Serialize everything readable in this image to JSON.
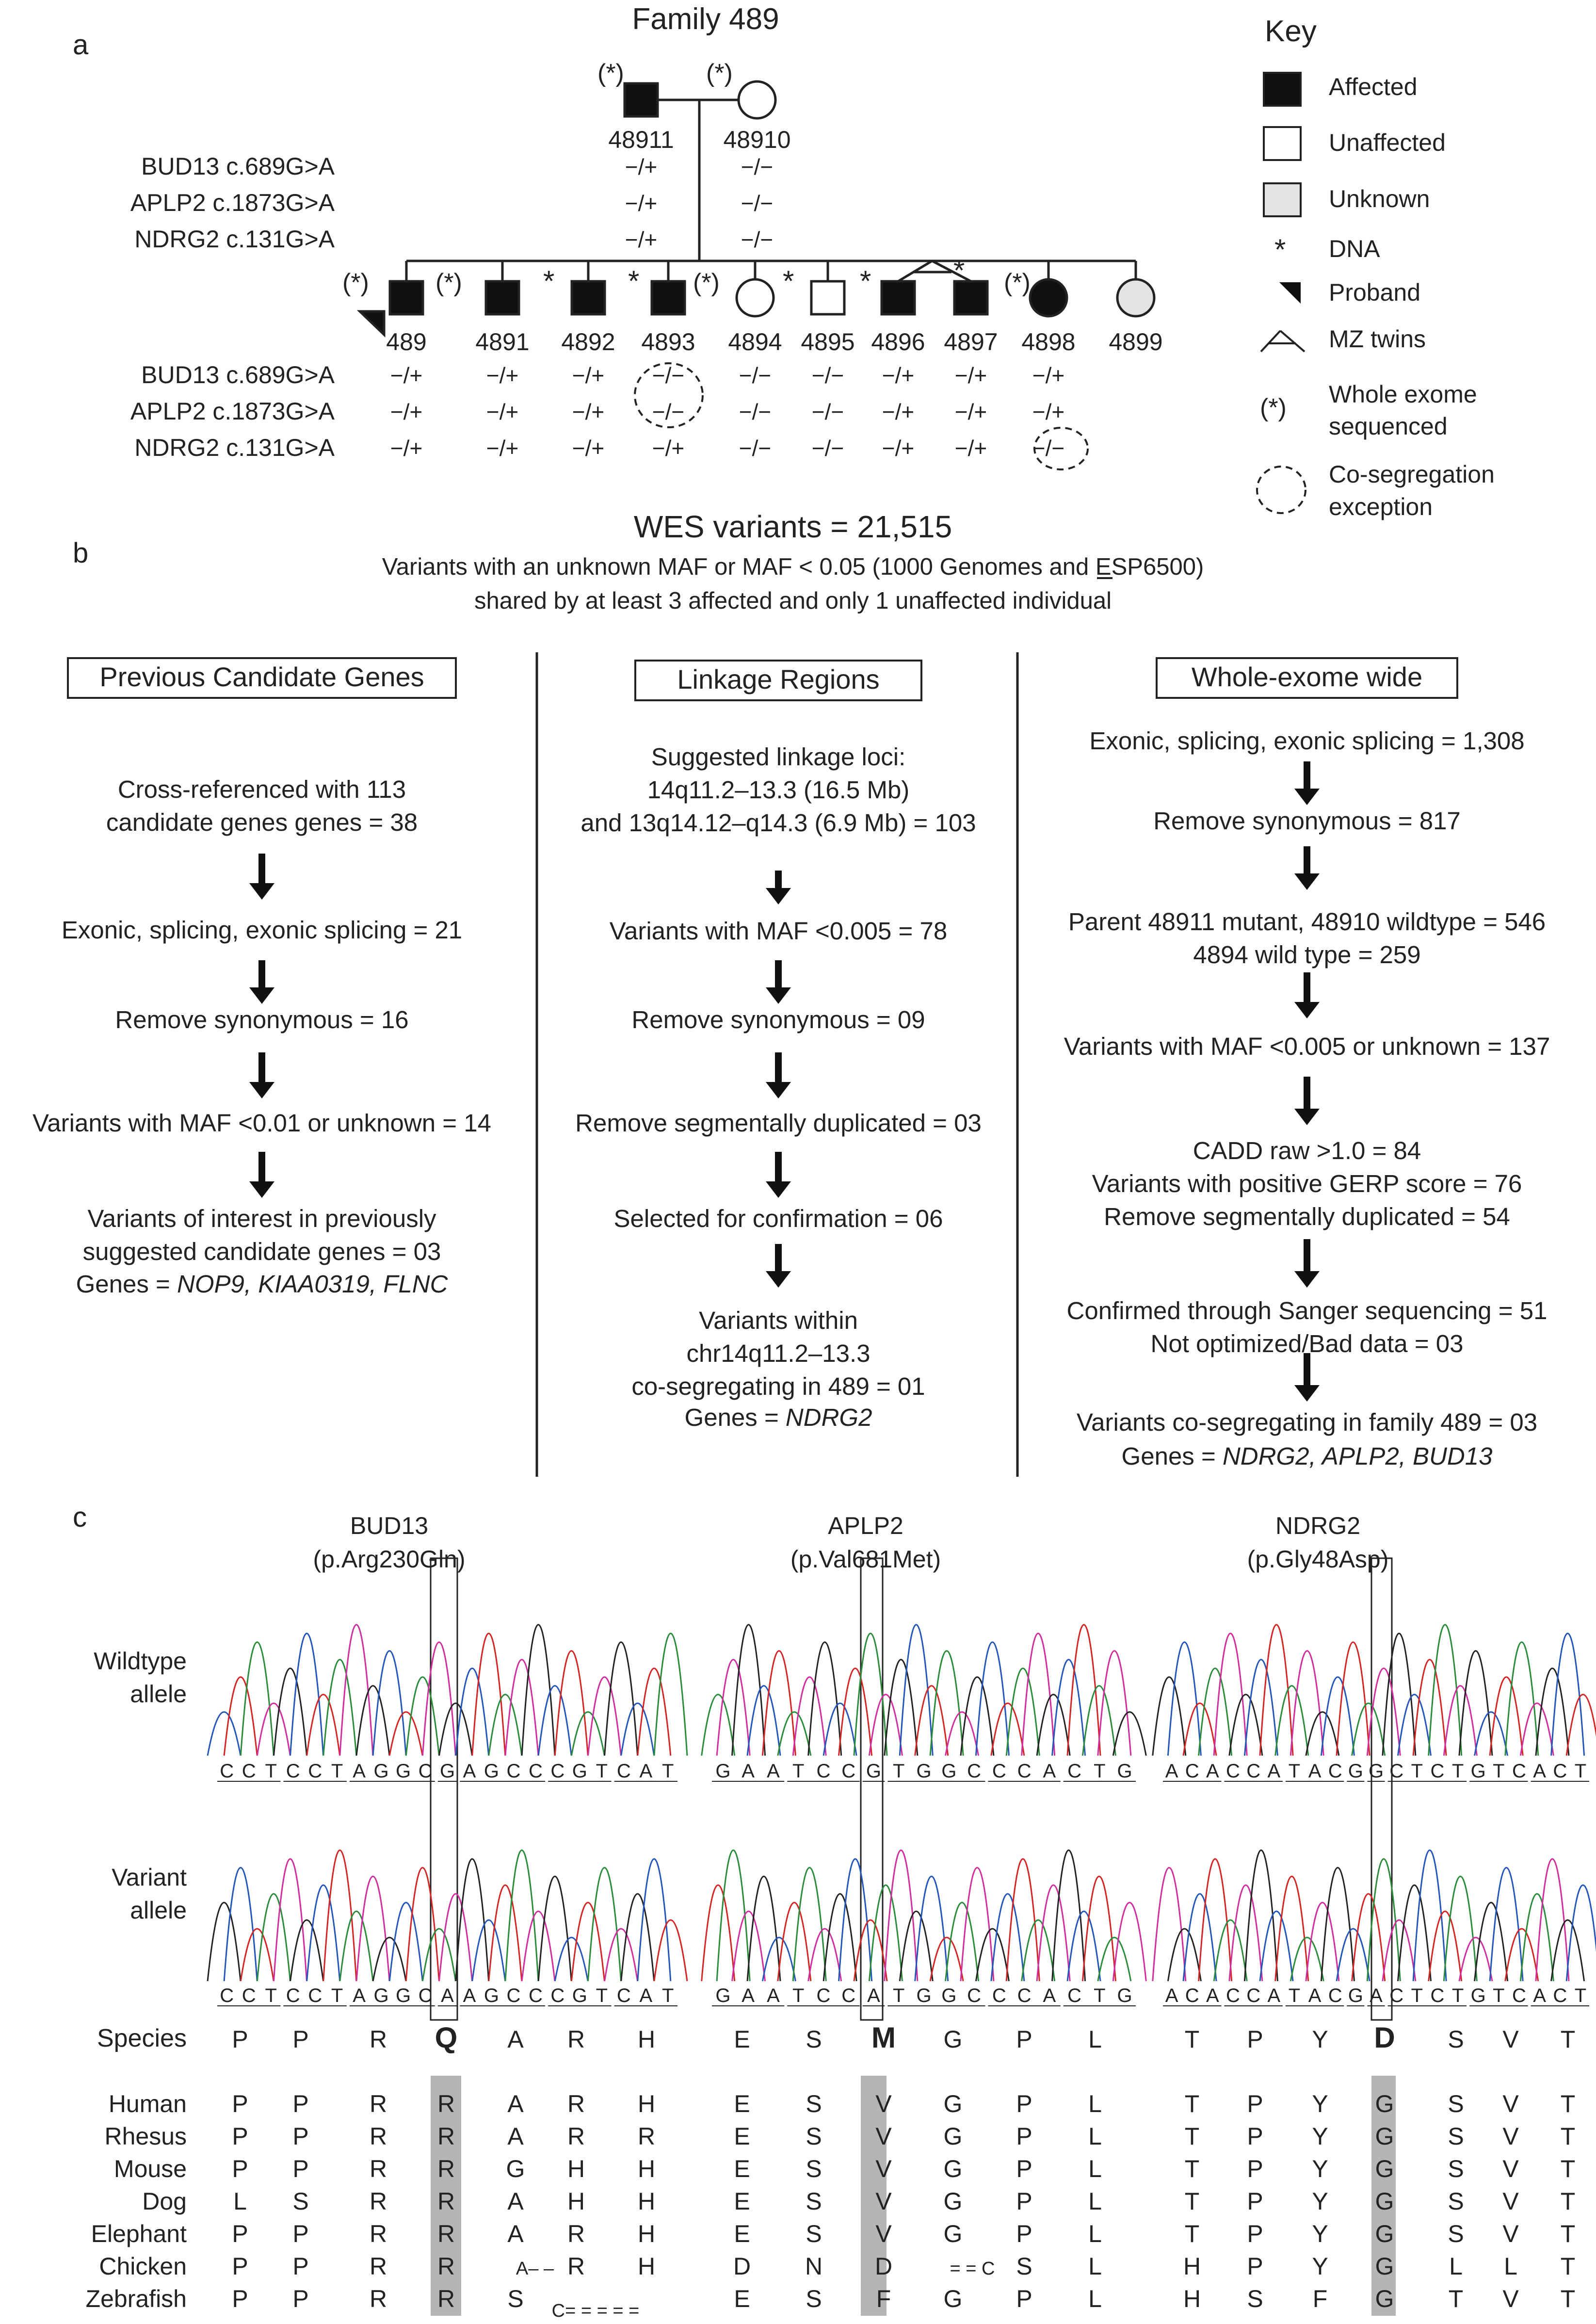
{
  "panel_a": {
    "label": "a",
    "title": "Family 489",
    "variant_labels": [
      "BUD13 c.689G>A",
      "APLP2 c.1873G>A",
      "NDRG2 c.131G>A"
    ],
    "wes_mark": "(*)",
    "dna_mark": "*",
    "parents": [
      {
        "id": "48911",
        "genotypes": [
          "−/+",
          "−/+",
          "−/+"
        ]
      },
      {
        "id": "48910",
        "genotypes": [
          "−/−",
          "−/−",
          "−/−"
        ]
      }
    ],
    "children": [
      {
        "id": "489",
        "genotypes": [
          "−/+",
          "−/+",
          "−/+"
        ]
      },
      {
        "id": "4891",
        "genotypes": [
          "−/+",
          "−/+",
          "−/+"
        ]
      },
      {
        "id": "4892",
        "genotypes": [
          "−/+",
          "−/+",
          "−/+"
        ]
      },
      {
        "id": "4893",
        "genotypes": [
          "−/−",
          "−/−",
          "−/+"
        ]
      },
      {
        "id": "4894",
        "genotypes": [
          "−/−",
          "−/−",
          "−/−"
        ]
      },
      {
        "id": "4895",
        "genotypes": [
          "−/−",
          "−/−",
          "−/−"
        ]
      },
      {
        "id": "4896",
        "genotypes": [
          "−/+",
          "−/+",
          "−/+"
        ]
      },
      {
        "id": "4897",
        "genotypes": [
          "−/+",
          "−/+",
          "−/+"
        ]
      },
      {
        "id": "4898",
        "genotypes": [
          "−/+",
          "−/+",
          "−/−"
        ]
      },
      {
        "id": "4899",
        "genotypes": [
          "",
          "",
          ""
        ]
      }
    ]
  },
  "key": {
    "title": "Key",
    "items": [
      "Affected",
      "Unaffected",
      "Unknown",
      "DNA",
      "Proband",
      "MZ twins",
      "Whole exome",
      "sequenced",
      "Co-segregation",
      "exception"
    ],
    "wes_symbol": "(*)",
    "dna_symbol": "*"
  },
  "panel_b": {
    "label": "b",
    "title": "WES variants = 21,515",
    "subtitle1": "Variants with an unknown MAF or MAF < 0.05 (1000 Genomes and ESP6500)",
    "subtitle2": "shared by at least 3 affected and only 1 unaffected individual",
    "col1": {
      "header": "Previous Candidate Genes",
      "steps": [
        {
          "lines": [
            "Cross-referenced with 113",
            "candidate genes genes = 38"
          ]
        },
        {
          "lines": [
            "Exonic, splicing, exonic splicing = 21"
          ]
        },
        {
          "lines": [
            "Remove synonymous = 16"
          ]
        },
        {
          "lines": [
            "Variants with MAF <0.01 or unknown = 14"
          ]
        },
        {
          "lines": [
            "Variants of interest in previously",
            "suggested candidate genes = 03"
          ]
        }
      ],
      "genes_prefix": "Genes = ",
      "genes": "NOP9, KIAA0319, FLNC"
    },
    "col2": {
      "header": "Linkage Regions",
      "steps": [
        {
          "lines": [
            "Suggested linkage loci:",
            "14q11.2–13.3 (16.5 Mb)",
            "and 13q14.12–q14.3 (6.9 Mb) = 103"
          ]
        },
        {
          "lines": [
            "Variants with MAF <0.005 = 78"
          ]
        },
        {
          "lines": [
            "Remove synonymous = 09"
          ]
        },
        {
          "lines": [
            "Remove segmentally duplicated = 03"
          ]
        },
        {
          "lines": [
            "Selected for confirmation = 06"
          ]
        },
        {
          "lines": [
            "Variants within",
            "chr14q11.2–13.3",
            "co-segregating in 489 = 01"
          ]
        }
      ],
      "genes_prefix": "Genes = ",
      "genes": "NDRG2"
    },
    "col3": {
      "header": "Whole-exome wide",
      "steps": [
        {
          "lines": [
            "Exonic, splicing, exonic splicing = 1,308"
          ]
        },
        {
          "lines": [
            "Remove synonymous = 817"
          ]
        },
        {
          "lines": [
            "Parent 48911 mutant, 48910 wildtype = 546",
            "4894 wild type = 259"
          ]
        },
        {
          "lines": [
            "Variants with MAF <0.005 or unknown = 137"
          ]
        },
        {
          "lines": [
            "CADD raw >1.0 = 84",
            "Variants with positive GERP score = 76",
            "Remove segmentally duplicated = 54"
          ]
        },
        {
          "lines": [
            "Confirmed through Sanger sequencing = 51",
            "Not optimized/Bad data = 03"
          ]
        },
        {
          "lines": [
            "Variants co-segregating in family 489 = 03"
          ]
        }
      ],
      "genes_prefix": "Genes = ",
      "genes": "NDRG2, APLP2, BUD13"
    }
  },
  "panel_c": {
    "label": "c",
    "row_labels": {
      "wildtype": [
        "Wildtype",
        "allele"
      ],
      "variant": [
        "Variant",
        "allele"
      ],
      "species": "Species"
    },
    "genes": [
      {
        "name": "BUD13",
        "mutation": "(p.Arg230Gln)",
        "wt_seq": [
          "CCT",
          "CCT",
          "AGGC",
          "G",
          "AGCC",
          "CGT",
          "CAT"
        ],
        "var_seq": [
          "CCT",
          "CCT",
          "AGGC",
          "A",
          "AGCC",
          "CGT",
          "CAT"
        ],
        "species_aa": [
          "P",
          "P",
          "R",
          "Q",
          "A",
          "R",
          "H"
        ],
        "alignment": [
          [
            "P",
            "P",
            "R",
            "R",
            "A",
            "R",
            "H"
          ],
          [
            "P",
            "P",
            "R",
            "R",
            "A",
            "R",
            "R"
          ],
          [
            "P",
            "P",
            "R",
            "R",
            "G",
            "H",
            "H"
          ],
          [
            "L",
            "S",
            "R",
            "R",
            "A",
            "H",
            "H"
          ],
          [
            "P",
            "P",
            "R",
            "R",
            "A",
            "R",
            "H"
          ],
          [
            "P",
            "P",
            "R",
            "R",
            "A– –",
            "R",
            "H"
          ],
          [
            "P",
            "P",
            "R",
            "R",
            "S",
            "C= = = = =",
            ""
          ]
        ]
      },
      {
        "name": "APLP2",
        "mutation": "(p.Val681Met)",
        "wt_seq": [
          "GAA",
          "TCC",
          "",
          "G",
          "TGGC",
          "CCA",
          "CTG"
        ],
        "var_seq": [
          "GAA",
          "TCC",
          "",
          "A",
          "TGGC",
          "CCA",
          "CTG"
        ],
        "species_aa": [
          "E",
          "S",
          "M",
          "G",
          "P",
          "L"
        ],
        "alignment": [
          [
            "E",
            "S",
            "V",
            "G",
            "P",
            "L"
          ],
          [
            "E",
            "S",
            "V",
            "G",
            "P",
            "L"
          ],
          [
            "E",
            "S",
            "V",
            "G",
            "P",
            "L"
          ],
          [
            "E",
            "S",
            "V",
            "G",
            "P",
            "L"
          ],
          [
            "E",
            "S",
            "V",
            "G",
            "P",
            "L"
          ],
          [
            "D",
            "N",
            "D",
            "= = C",
            "S",
            "L"
          ],
          [
            "E",
            "S",
            "F",
            "G",
            "P",
            "L"
          ]
        ]
      },
      {
        "name": "NDRG2",
        "mutation": "(p.Gly48Asp)",
        "wt_seq": [
          "ACA",
          "CCA",
          "TAC",
          "G",
          "G",
          "CTCT",
          "GTC",
          "ACT"
        ],
        "var_seq": [
          "ACA",
          "CCA",
          "TAC",
          "G",
          "A",
          "CTCT",
          "GTC",
          "ACT"
        ],
        "species_aa": [
          "T",
          "P",
          "Y",
          "D",
          "S",
          "V",
          "T"
        ],
        "alignment": [
          [
            "T",
            "P",
            "Y",
            "G",
            "S",
            "V",
            "T"
          ],
          [
            "T",
            "P",
            "Y",
            "G",
            "S",
            "V",
            "T"
          ],
          [
            "T",
            "P",
            "Y",
            "G",
            "S",
            "V",
            "T"
          ],
          [
            "T",
            "P",
            "Y",
            "G",
            "S",
            "V",
            "T"
          ],
          [
            "T",
            "P",
            "Y",
            "G",
            "S",
            "V",
            "T"
          ],
          [
            "H",
            "P",
            "Y",
            "G",
            "L",
            "L",
            "T"
          ],
          [
            "H",
            "S",
            "F",
            "G",
            "T",
            "V",
            "T"
          ]
        ]
      }
    ],
    "species": [
      "Human",
      "Rhesus",
      "Mouse",
      "Dog",
      "Elephant",
      "Chicken",
      "Zebrafish"
    ],
    "colors": {
      "A": "#2a8c3a",
      "C": "#2356b8",
      "G": "#222222",
      "T": "#d42525"
    },
    "highlight_color": "#b5b5b5"
  }
}
